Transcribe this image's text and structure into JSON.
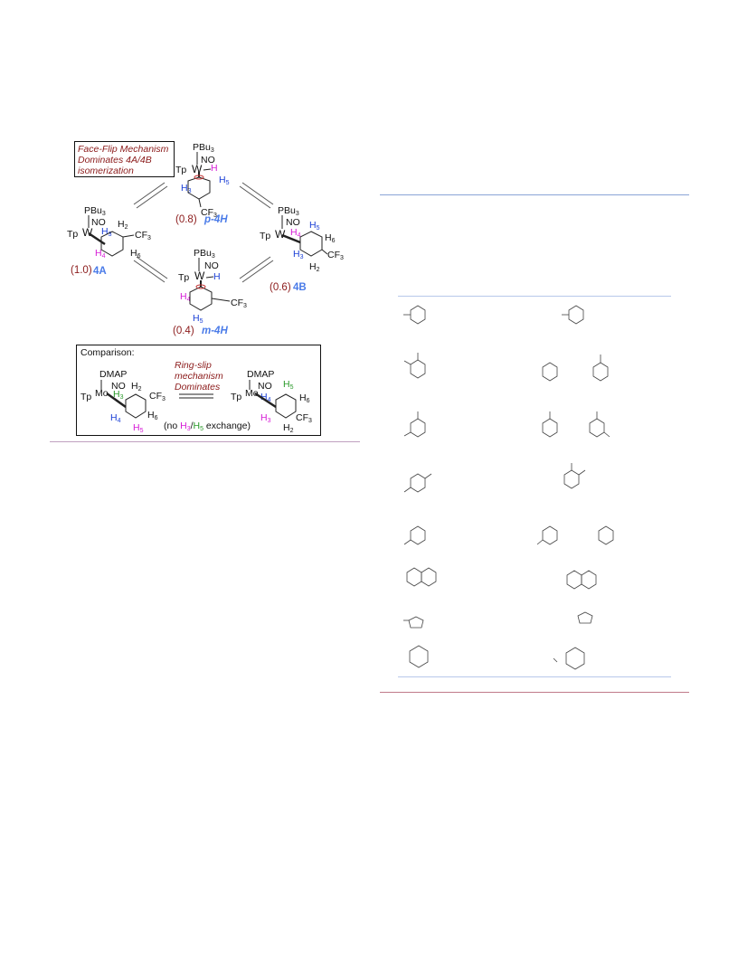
{
  "scheme": {
    "face_flip_box": [
      "Face-Flip Mechanism",
      "Dominates 4A/4B",
      "isomerization"
    ],
    "pbu3": "PBu",
    "three": "3",
    "no": "NO",
    "tp": "Tp",
    "w": "W",
    "h": "H",
    "cf3": "CF",
    "p4h": {
      "ratio": "(0.8)",
      "label": "p-4H",
      "h3": "H",
      "h3sub": "3",
      "h5": "H",
      "h5sub": "5"
    },
    "a4": {
      "ratio": "(1.0)",
      "label": "4A",
      "h2sub": "2",
      "h3sub": "3",
      "h4sub": "4",
      "h6sub": "6"
    },
    "b4": {
      "ratio": "(0.6)",
      "label": "4B",
      "h5sub": "5",
      "h4sub": "4",
      "h6sub": "6",
      "h3sub": "3",
      "h2sub": "2"
    },
    "m4h": {
      "ratio": "(0.4)",
      "label": "m-4H",
      "h4sub": "4",
      "h5sub": "5"
    },
    "comparison": {
      "title": "Comparison:",
      "dmap": "DMAP",
      "mo": "Mo",
      "ring_slip": [
        "Ring-slip",
        "mechanism",
        "Dominates"
      ],
      "note_pre": "(no ",
      "note_h3": "H",
      "note_h3sub": "3",
      "note_slash": "/",
      "note_h5": "H",
      "note_h5sub": "5",
      "note_post": " exchange)",
      "left": {
        "h2sub": "2",
        "h3sub": "3",
        "h4sub": "4",
        "h6sub": "6",
        "h5sub": "5"
      },
      "right": {
        "h5sub": "5",
        "h4sub": "4",
        "h6sub": "6",
        "h3sub": "3",
        "h2sub": "2"
      }
    }
  },
  "colors": {
    "rule_blue": "#8aa4d6",
    "rule_red": "#c07a8a",
    "accent_label": "#4a7be8",
    "ratio_red": "#8b1a1a"
  }
}
